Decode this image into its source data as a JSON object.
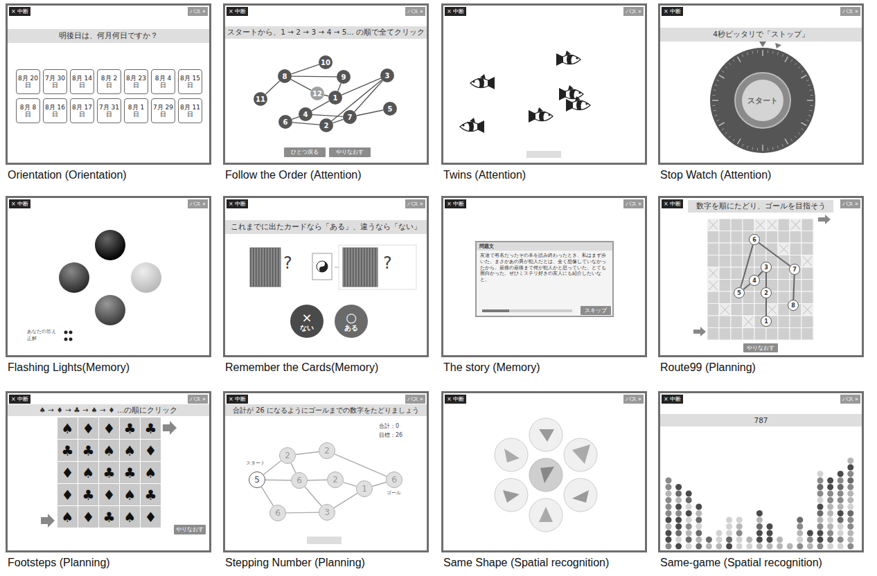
{
  "diagram": {
    "nodes": [
      {
        "text": [
          "Orientation (Orientation)"
        ]
      },
      {
        "text": [
          "Follow the Order (Attention)"
        ]
      },
      {
        "text": [
          "Twins (Attention)"
        ]
      },
      {
        "text": [
          "Stop Watch (Attention)"
        ]
      },
      {
        "text": [
          "Flashing Lights(Memory)"
        ]
      },
      {
        "text": [
          "Remember the Cards(Memory)"
        ]
      },
      {
        "text": [
          "The story (Memory)"
        ]
      },
      {
        "text": [
          "Route99 (Planning)"
        ]
      },
      {
        "text": [
          "Footsteps (Planning)"
        ]
      },
      {
        "text": [
          "Stepping Number (Planning)"
        ]
      },
      {
        "text": [
          "Same Shape (Spatial recognition)"
        ]
      },
      {
        "text": [
          "Same-game (Spatial recognition)"
        ]
      },
      {
        "text": [
          "明後日は、何月何日ですか？"
        ],
        "in": 0
      },
      {
        "text": [
          "8月 20日"
        ],
        "in": 0
      },
      {
        "text": [
          "7月 30日"
        ],
        "in": 0
      },
      {
        "text": [
          "8月 14日"
        ],
        "in": 0
      },
      {
        "text": [
          "8月 2日"
        ],
        "in": 0
      },
      {
        "text": [
          "8月 23日"
        ],
        "in": 0
      },
      {
        "text": [
          "8月 4日"
        ],
        "in": 0
      },
      {
        "text": [
          "8月 15日"
        ],
        "in": 0
      },
      {
        "text": [
          "8月 8日"
        ],
        "in": 0
      },
      {
        "text": [
          "8月 16日"
        ],
        "in": 0
      },
      {
        "text": [
          "8月 17日"
        ],
        "in": 0
      },
      {
        "text": [
          "7月 31日"
        ],
        "in": 0
      },
      {
        "text": [
          "8月 1日"
        ],
        "in": 0
      },
      {
        "text": [
          "7月 29日"
        ],
        "in": 0
      },
      {
        "text": [
          "8月 11日"
        ],
        "in": 0
      },
      {
        "text": [
          "スタートから、1 → 2 → 3 → 4 → 5... の順で全てクリック"
        ],
        "in": 1
      },
      {
        "text": [
          "1"
        ],
        "in": 1
      },
      {
        "text": [
          "2"
        ],
        "in": 1
      },
      {
        "text": [
          "3"
        ],
        "in": 1
      },
      {
        "text": [
          "4"
        ],
        "in": 1
      },
      {
        "text": [
          "5"
        ],
        "in": 1
      },
      {
        "text": [
          "6"
        ],
        "in": 1
      },
      {
        "text": [
          "7"
        ],
        "in": 1
      },
      {
        "text": [
          "8"
        ],
        "in": 1
      },
      {
        "text": [
          "9"
        ],
        "in": 1
      },
      {
        "text": [
          "10"
        ],
        "in": 1
      },
      {
        "text": [
          "11"
        ],
        "in": 1
      },
      {
        "text": [
          "12"
        ],
        "in": 1
      },
      {
        "text": [
          "ひとつ戻る"
        ],
        "in": 1
      },
      {
        "text": [
          "やりなおす"
        ],
        "in": 1
      },
      {
        "text": [
          "4秒ピッタリで「ストップ」"
        ],
        "in": 3
      },
      {
        "text": [
          "スタート"
        ],
        "in": 3
      },
      {
        "text": [
          "これまでに出たカードなら「ある」、違うなら「ない」"
        ],
        "in": 5
      },
      {
        "text": [
          "×",
          "ない"
        ],
        "in": 5
      },
      {
        "text": [
          "○",
          "ある"
        ],
        "in": 5
      },
      {
        "text": [
          "問題文",
          "友達で有名だったその本を読み終わったとき、私はまず歩いた。まさかあの男が犯人だとは、全く想像していなかったから。最後の最後まで何が犯人かと思っていた。とても面白かった。ぜひミステリ好きの友人にも紹介したいなと。"
        ],
        "in": 6
      },
      {
        "text": [
          "スキップ"
        ],
        "in": 47
      },
      {
        "text": [
          "数字を順にたどり、ゴールを目指そう"
        ],
        "in": 7
      },
      {
        "text": [
          "1"
        ],
        "in": 7
      },
      {
        "text": [
          "2"
        ],
        "in": 7
      },
      {
        "text": [
          "3"
        ],
        "in": 7
      },
      {
        "text": [
          "4"
        ],
        "in": 7
      },
      {
        "text": [
          "5"
        ],
        "in": 7
      },
      {
        "text": [
          "6"
        ],
        "in": 7
      },
      {
        "text": [
          "7"
        ],
        "in": 7
      },
      {
        "text": [
          "8"
        ],
        "in": 7
      },
      {
        "text": [
          "やりなおす"
        ],
        "in": 7
      },
      {
        "text": [
          "♠ → ♦ → ♣ → ♠ → ♦ …の順にクリック"
        ],
        "in": 8
      },
      {
        "text": [
          "やりなおす"
        ],
        "in": 8
      },
      {
        "text": [
          "合計が 26 になるようにゴールまでの数字をたどりましょう"
        ],
        "in": 9
      },
      {
        "text": [
          "5"
        ],
        "in": 9
      },
      {
        "text": [
          "2"
        ],
        "in": 9
      },
      {
        "text": [
          "2"
        ],
        "in": 9
      },
      {
        "text": [
          "6"
        ],
        "in": 9
      },
      {
        "text": [
          "2"
        ],
        "in": 9
      },
      {
        "text": [
          "1"
        ],
        "in": 9
      },
      {
        "text": [
          "6"
        ],
        "in": 9
      },
      {
        "text": [
          "6"
        ],
        "in": 9
      },
      {
        "text": [
          "3"
        ],
        "in": 9
      },
      {
        "text": [
          "787"
        ],
        "in": 11
      }
    ],
    "edges": [
      {
        "from": 38,
        "to": 35,
        "arrow": "none"
      },
      {
        "from": 35,
        "to": 37,
        "arrow": "none"
      },
      {
        "from": 35,
        "to": 36,
        "arrow": "none"
      },
      {
        "from": 35,
        "to": 39,
        "arrow": "none"
      },
      {
        "from": 39,
        "to": 28,
        "arrow": "none"
      },
      {
        "from": 36,
        "to": 28,
        "arrow": "none"
      },
      {
        "from": 28,
        "to": 30,
        "arrow": "none"
      },
      {
        "from": 30,
        "to": 29,
        "arrow": "none"
      },
      {
        "from": 30,
        "to": 34,
        "arrow": "none"
      },
      {
        "from": 28,
        "to": 31,
        "arrow": "none"
      },
      {
        "from": 34,
        "to": 32,
        "arrow": "none"
      },
      {
        "from": 31,
        "to": 34,
        "arrow": "none"
      },
      {
        "from": 33,
        "to": 31,
        "arrow": "none"
      },
      {
        "from": 33,
        "to": 29,
        "arrow": "none"
      },
      {
        "from": 29,
        "to": 34,
        "arrow": "none"
      },
      {
        "from": 50,
        "to": 51,
        "arrow": "none"
      },
      {
        "from": 51,
        "to": 52,
        "arrow": "none"
      },
      {
        "from": 52,
        "to": 53,
        "arrow": "none"
      },
      {
        "from": 53,
        "to": 54,
        "arrow": "none"
      },
      {
        "from": 54,
        "to": 55,
        "arrow": "none"
      },
      {
        "from": 55,
        "to": 56,
        "arrow": "none"
      },
      {
        "from": 56,
        "to": 57,
        "arrow": "none"
      },
      {
        "from": 62,
        "to": 63,
        "arrow": "none"
      },
      {
        "from": 62,
        "to": 65,
        "arrow": "none"
      },
      {
        "from": 62,
        "to": 69,
        "arrow": "none"
      },
      {
        "from": 63,
        "to": 65,
        "arrow": "none"
      },
      {
        "from": 63,
        "to": 64,
        "arrow": "none"
      },
      {
        "from": 64,
        "to": 68,
        "arrow": "none"
      },
      {
        "from": 65,
        "to": 66,
        "arrow": "none"
      },
      {
        "from": 65,
        "to": 70,
        "arrow": "none"
      },
      {
        "from": 69,
        "to": 70,
        "arrow": "none"
      },
      {
        "from": 66,
        "to": 67,
        "arrow": "none"
      },
      {
        "from": 70,
        "to": 67,
        "arrow": "none"
      },
      {
        "from": 67,
        "to": 68,
        "arrow": "none"
      }
    ],
    "labels": [
      "× 中断",
      "パス »",
      "× 中断",
      "パス »",
      "× 中断",
      "パス »",
      "× 中断",
      "パス »",
      "× 中断",
      "パス »",
      "× 中断",
      "パス »",
      "× 中断",
      "パス »",
      "× 中断",
      "パス »",
      "× 中断",
      "パス »",
      "× 中断",
      "パス »",
      "× 中断",
      "パス »",
      "× 中断",
      "パス »",
      "♠",
      "♦",
      "♦",
      "♣",
      "♣",
      "♣",
      "♣",
      "♠",
      "♠",
      "♦",
      "♦",
      "♠",
      "♣",
      "♣",
      "♠",
      "♦",
      "♣",
      "♦",
      "♠",
      "♣",
      "♠",
      "♦",
      "♣",
      "♠",
      "♦",
      "合計：0",
      "目標：26",
      "スタート",
      "ゴール",
      "?",
      "?",
      "あなたの答え",
      "正解"
    ]
  }
}
